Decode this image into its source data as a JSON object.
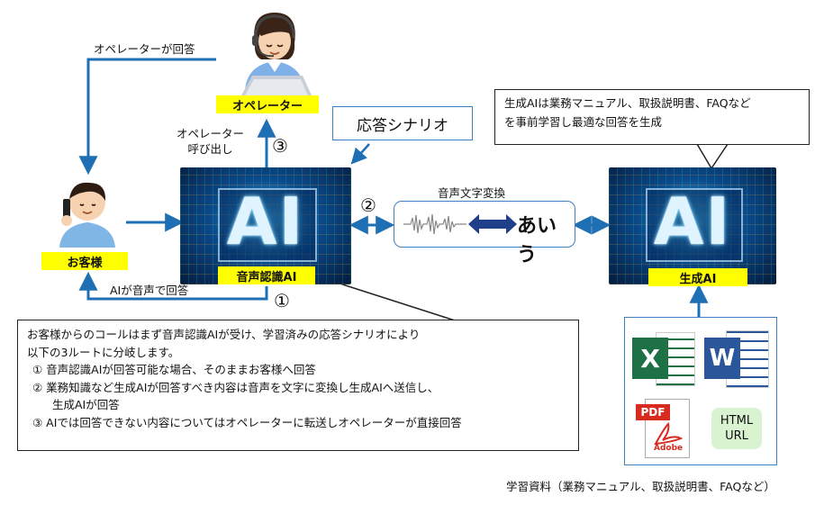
{
  "labels": {
    "customer": "お客様",
    "operator": "オペレーター",
    "speech_ai": "音声認識AI",
    "gen_ai": "生成AI",
    "scenario": "応答シナリオ",
    "operator_answers": "オペレーターが回答",
    "operator_call": "オペレーター\n呼び出し",
    "ai_voice_answer": "AIが音声で回答",
    "speech_to_text": "音声文字変換",
    "converted_text": "あいう",
    "circle1": "①",
    "circle2": "②",
    "circle3": "③",
    "ai_logo": "AI",
    "learning_materials": "学習資料（業務マニュアル、取扱説明書、FAQなど）",
    "html_url": "HTML\nURL",
    "pdf": "PDF",
    "adobe": "Adobe",
    "excel_letter": "X",
    "word_letter": "W"
  },
  "gen_ai_note": {
    "line1": "生成AIは業務マニュアル、取扱説明書、FAQなど",
    "line2": "を事前学習し最適な回答を生成"
  },
  "main_note": {
    "line1": "お客様からのコールはまず音声認識AIが受け、学習済みの応答シナリオにより",
    "line2": "以下の3ルートに分岐します。",
    "route1": "① 音声認識AIが回答可能な場合、そのままお客様へ回答",
    "route2a": "② 業務知識など生成AIが回答すべき内容は音声を文字に変換し生成AIへ送信し、",
    "route2b": "生成AIが回答",
    "route3": "③ AIでは回答できない内容についてはオペレーターに転送しオペレーターが直接回答"
  },
  "icons": [
    "person-icon",
    "headset-icon",
    "laptop-icon",
    "phone-icon",
    "waveform-icon",
    "double-arrow-icon",
    "excel-icon",
    "word-icon",
    "pdf-icon",
    "html-url-icon"
  ],
  "colors": {
    "arrow": "#1f6fb5",
    "label_bg": "#ffff00",
    "excel": "#1e7145",
    "word": "#2b579a",
    "pdf": "#d82b1f",
    "html_bg": "#d9f2d0"
  }
}
